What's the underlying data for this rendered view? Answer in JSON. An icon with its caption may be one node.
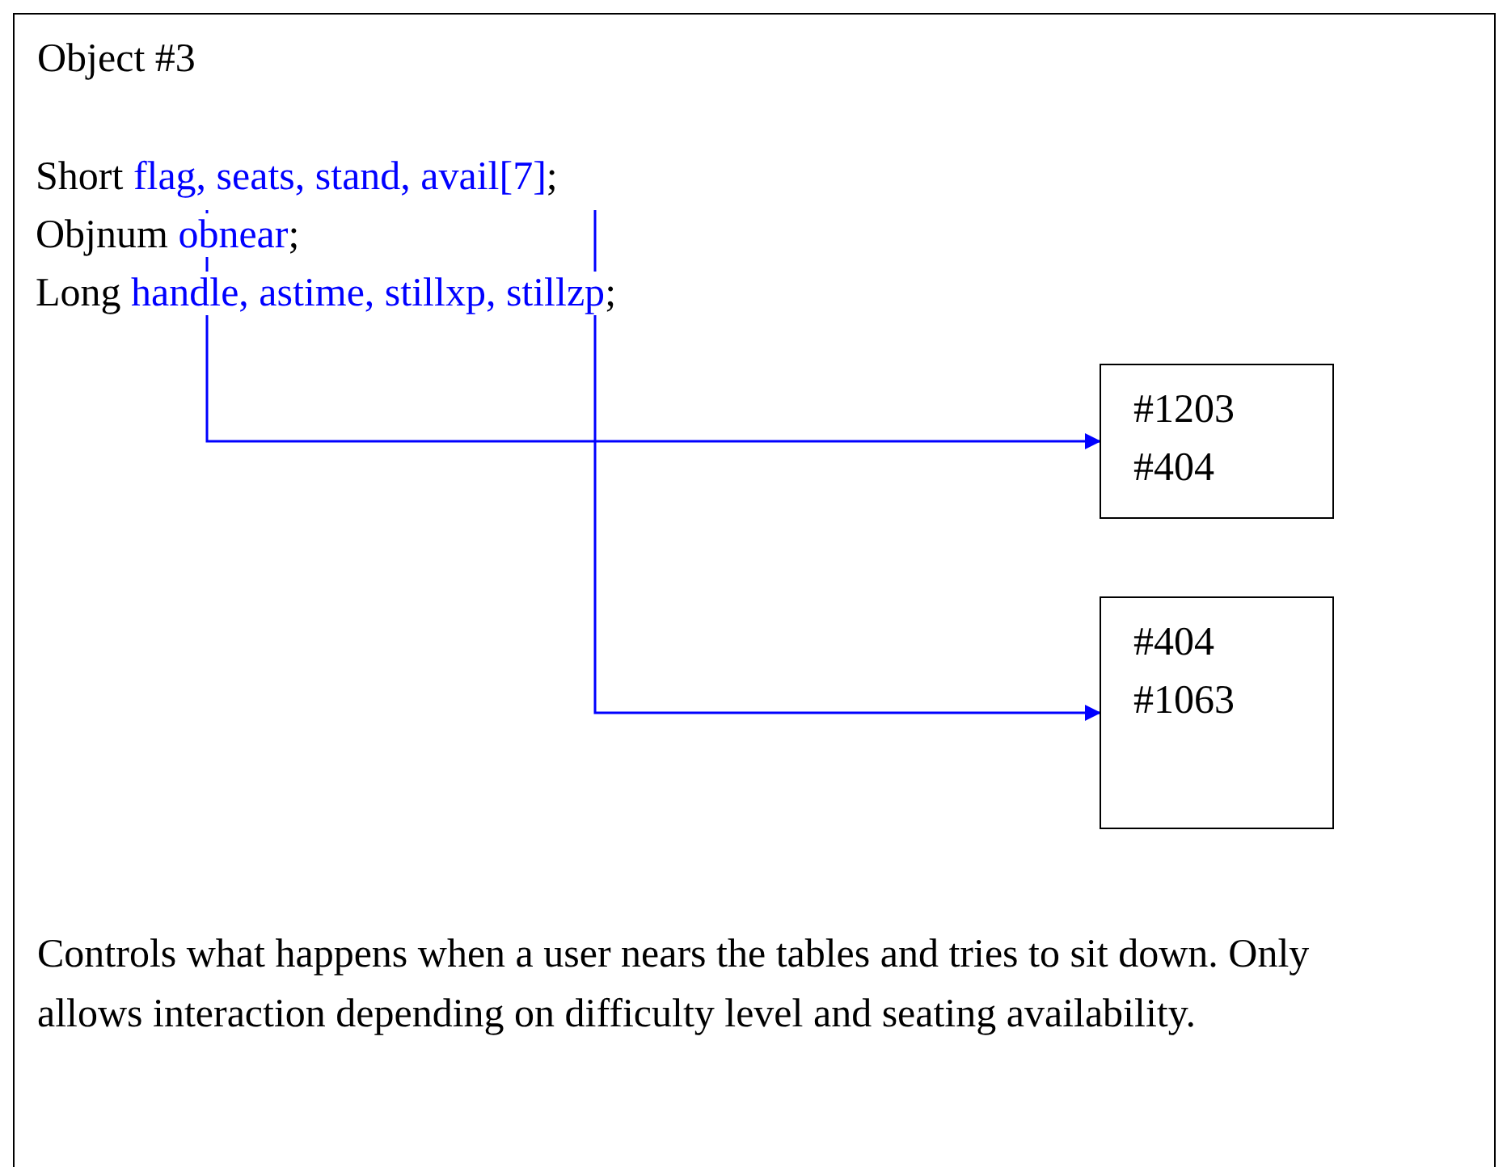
{
  "diagram": {
    "nodes": [
      {
        "text": [
          "Object #3",
          "Controls what happens when a user nears the tables and tries to sit down. Only allows interaction depending on difficulty level and seating availability."
        ]
      },
      {
        "text": [
          "Short",
          "flag, seats, stand, avail[7]",
          ";"
        ],
        "in": 0
      },
      {
        "text": [
          "#1203",
          "#404"
        ],
        "in": 0
      },
      {
        "text": [
          "#404",
          "#1063"
        ],
        "in": 0
      }
    ],
    "edges": [
      {
        "from": 1,
        "to": 2,
        "arrow": "to"
      },
      {
        "from": 1,
        "to": 3,
        "arrow": "to"
      }
    ],
    "labels": [
      "Objnum",
      "obnear",
      ";",
      "Long",
      "handle, astime, stillxp, stillzp",
      ";"
    ]
  }
}
